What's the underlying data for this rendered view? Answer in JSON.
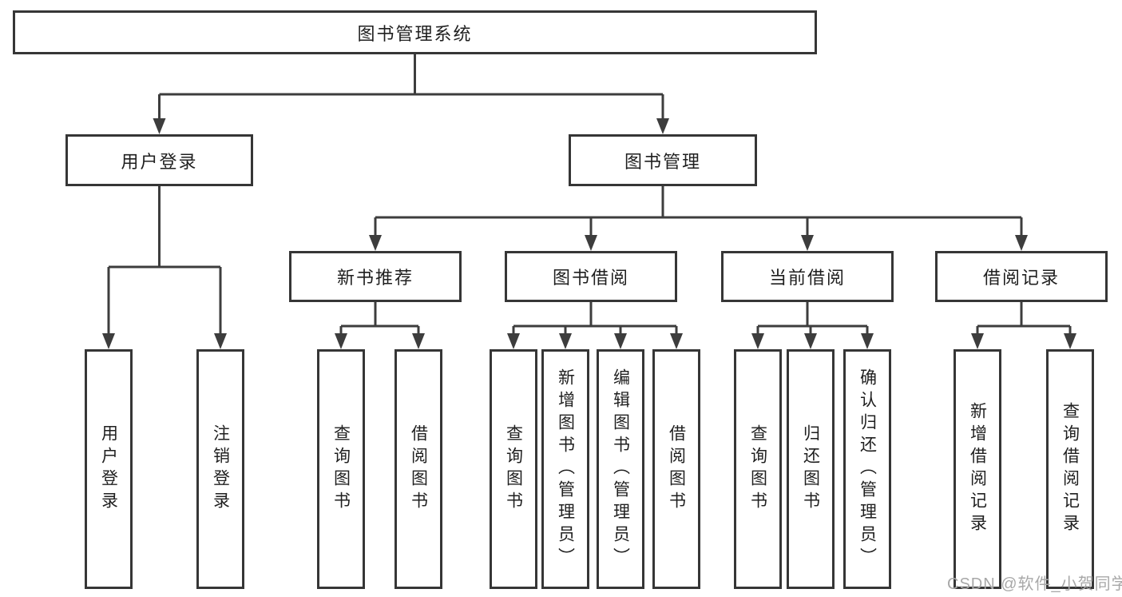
{
  "tree": {
    "label": "图书管理系统",
    "children": [
      {
        "label": "用户登录",
        "children": [
          {
            "label": "用户登录"
          },
          {
            "label": "注销登录"
          }
        ]
      },
      {
        "label": "图书管理",
        "children": [
          {
            "label": "新书推荐",
            "children": [
              {
                "label": "查询图书"
              },
              {
                "label": "借阅图书"
              }
            ]
          },
          {
            "label": "图书借阅",
            "children": [
              {
                "label": "查询图书"
              },
              {
                "label": "新增图书（管理员）"
              },
              {
                "label": "编辑图书（管理员）"
              },
              {
                "label": "借阅图书"
              }
            ]
          },
          {
            "label": "当前借阅",
            "children": [
              {
                "label": "查询图书"
              },
              {
                "label": "归还图书"
              },
              {
                "label": "确认归还（管理员）"
              }
            ]
          },
          {
            "label": "借阅记录",
            "children": [
              {
                "label": "新增借阅记录"
              },
              {
                "label": "查询借阅记录"
              }
            ]
          }
        ]
      }
    ]
  },
  "watermark": {
    "text": "CSDN @软件_小贺同学"
  },
  "colors": {
    "line": "#3d3d3d",
    "box_border": "#363636",
    "text": "#1f1f1f",
    "watermark": "#a8a8a8",
    "background": "#ffffff"
  }
}
